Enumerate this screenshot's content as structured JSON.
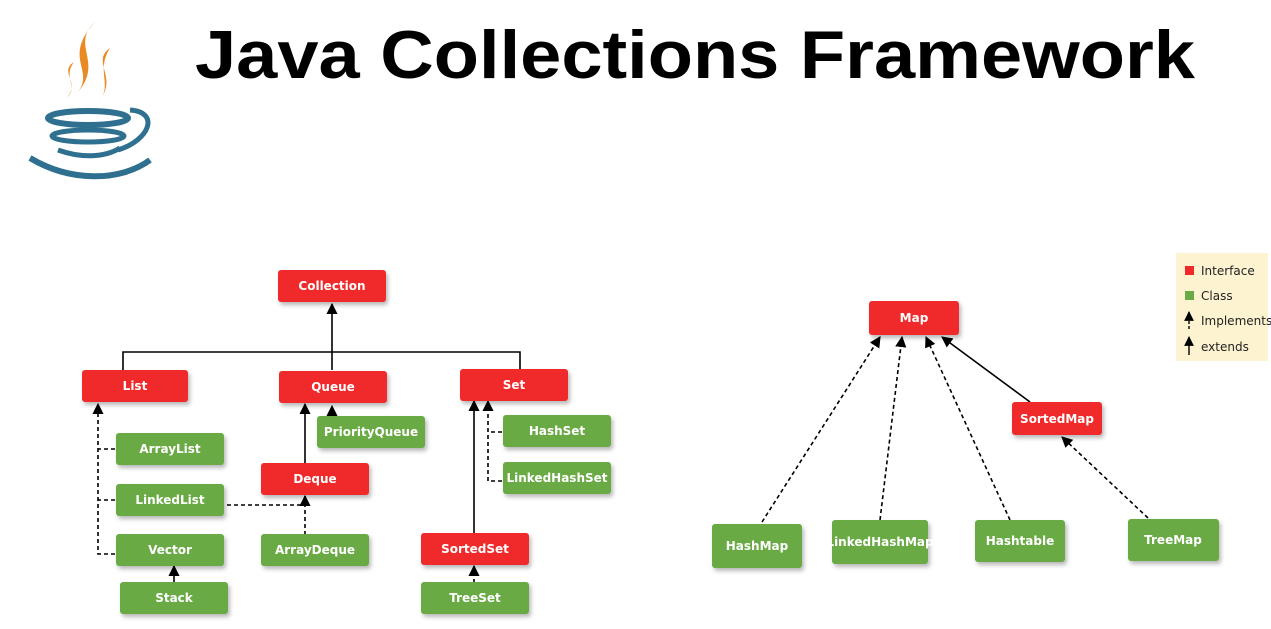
{
  "title": "Java Collections Framework",
  "colors": {
    "interface": "#f02a2a",
    "class": "#6aaa45",
    "line": "#000000",
    "legend_bg": "#fdf3d0",
    "logo_orange": "#e98b24",
    "logo_blue": "#2f6f8f"
  },
  "icon": "java-coffee-cup-logo",
  "legend": [
    {
      "label": "Interface",
      "kind": "interface-swatch"
    },
    {
      "label": "Class",
      "kind": "class-swatch"
    },
    {
      "label": "Implements",
      "kind": "dashed-arrow"
    },
    {
      "label": "extends",
      "kind": "solid-arrow"
    }
  ],
  "nodes": [
    {
      "id": "collection",
      "label": "Collection",
      "kind": "interface"
    },
    {
      "id": "list",
      "label": "List",
      "kind": "interface"
    },
    {
      "id": "queue",
      "label": "Queue",
      "kind": "interface"
    },
    {
      "id": "set",
      "label": "Set",
      "kind": "interface"
    },
    {
      "id": "arraylist",
      "label": "ArrayList",
      "kind": "class"
    },
    {
      "id": "linkedlist",
      "label": "LinkedList",
      "kind": "class"
    },
    {
      "id": "vector",
      "label": "Vector",
      "kind": "class"
    },
    {
      "id": "stack",
      "label": "Stack",
      "kind": "class"
    },
    {
      "id": "priorityqueue",
      "label": "PriorityQueue",
      "kind": "class"
    },
    {
      "id": "deque",
      "label": "Deque",
      "kind": "interface"
    },
    {
      "id": "arraydeque",
      "label": "ArrayDeque",
      "kind": "class"
    },
    {
      "id": "hashset",
      "label": "HashSet",
      "kind": "class"
    },
    {
      "id": "linkedhashset",
      "label": "LinkedHashSet",
      "kind": "class"
    },
    {
      "id": "sortedset",
      "label": "SortedSet",
      "kind": "interface"
    },
    {
      "id": "treeset",
      "label": "TreeSet",
      "kind": "class"
    },
    {
      "id": "map",
      "label": "Map",
      "kind": "interface"
    },
    {
      "id": "sortedmap",
      "label": "SortedMap",
      "kind": "interface"
    },
    {
      "id": "hashmap",
      "label": "HashMap",
      "kind": "class"
    },
    {
      "id": "linkedhashmap",
      "label": "LinkedHashMap",
      "kind": "class"
    },
    {
      "id": "hashtable",
      "label": "Hashtable",
      "kind": "class"
    },
    {
      "id": "treemap",
      "label": "TreeMap",
      "kind": "class"
    }
  ],
  "edges": [
    {
      "from": "list",
      "to": "collection",
      "type": "extends"
    },
    {
      "from": "queue",
      "to": "collection",
      "type": "extends"
    },
    {
      "from": "set",
      "to": "collection",
      "type": "extends"
    },
    {
      "from": "arraylist",
      "to": "list",
      "type": "implements"
    },
    {
      "from": "linkedlist",
      "to": "list",
      "type": "implements"
    },
    {
      "from": "vector",
      "to": "list",
      "type": "implements"
    },
    {
      "from": "stack",
      "to": "vector",
      "type": "extends"
    },
    {
      "from": "priorityqueue",
      "to": "queue",
      "type": "implements"
    },
    {
      "from": "deque",
      "to": "queue",
      "type": "extends"
    },
    {
      "from": "linkedlist",
      "to": "deque",
      "type": "implements"
    },
    {
      "from": "arraydeque",
      "to": "deque",
      "type": "implements"
    },
    {
      "from": "hashset",
      "to": "set",
      "type": "implements"
    },
    {
      "from": "linkedhashset",
      "to": "set",
      "type": "implements"
    },
    {
      "from": "sortedset",
      "to": "set",
      "type": "extends"
    },
    {
      "from": "treeset",
      "to": "sortedset",
      "type": "implements"
    },
    {
      "from": "hashmap",
      "to": "map",
      "type": "implements"
    },
    {
      "from": "linkedhashmap",
      "to": "map",
      "type": "implements"
    },
    {
      "from": "hashtable",
      "to": "map",
      "type": "implements"
    },
    {
      "from": "sortedmap",
      "to": "map",
      "type": "extends"
    },
    {
      "from": "treemap",
      "to": "sortedmap",
      "type": "implements"
    }
  ]
}
